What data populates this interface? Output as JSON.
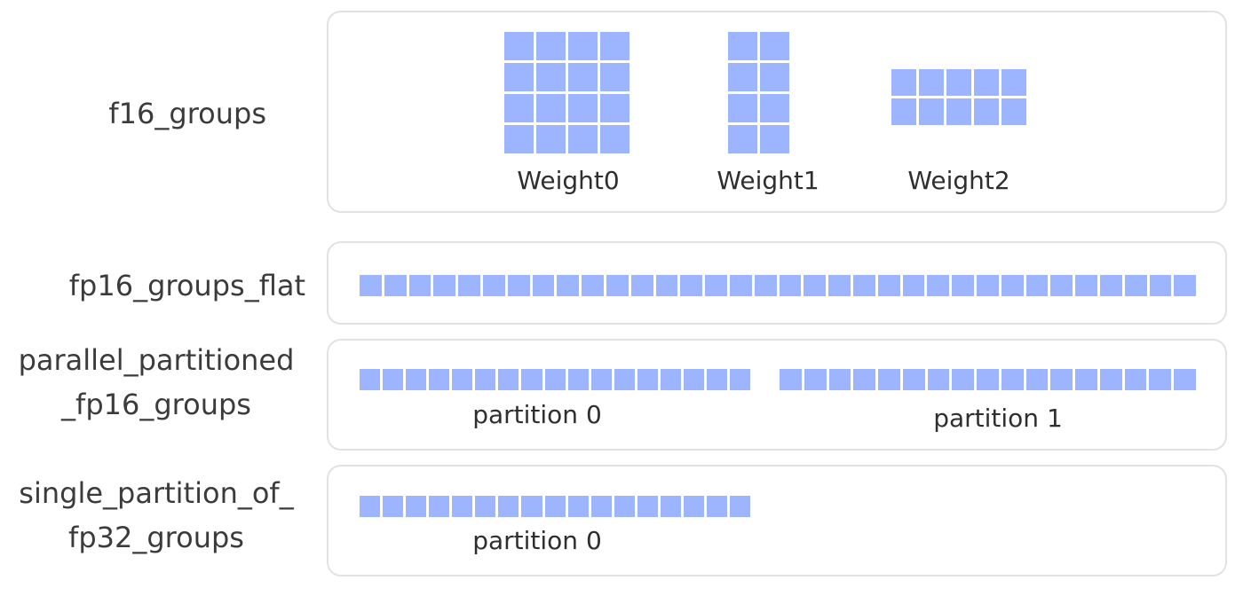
{
  "colors": {
    "block": "#9db4ff",
    "panel_border": "#e2e2e2"
  },
  "rows": {
    "f16_groups": {
      "label": "f16_groups",
      "weights": [
        {
          "name": "Weight0",
          "cols": 4,
          "rows": 4
        },
        {
          "name": "Weight1",
          "cols": 2,
          "rows": 4
        },
        {
          "name": "Weight2",
          "cols": 5,
          "rows": 2
        }
      ]
    },
    "fp16_groups_flat": {
      "label": "fp16_groups_flat",
      "blocks": 34
    },
    "parallel_partitioned": {
      "label_line1": "parallel_partitioned",
      "label_line2": "_fp16_groups",
      "partitions": [
        {
          "name": "partition 0",
          "blocks": 17
        },
        {
          "name": "partition 1",
          "blocks": 17
        }
      ]
    },
    "single_partition": {
      "label_line1": "single_partition_of_",
      "label_line2": "fp32_groups",
      "partitions": [
        {
          "name": "partition 0",
          "blocks": 17
        }
      ]
    }
  }
}
